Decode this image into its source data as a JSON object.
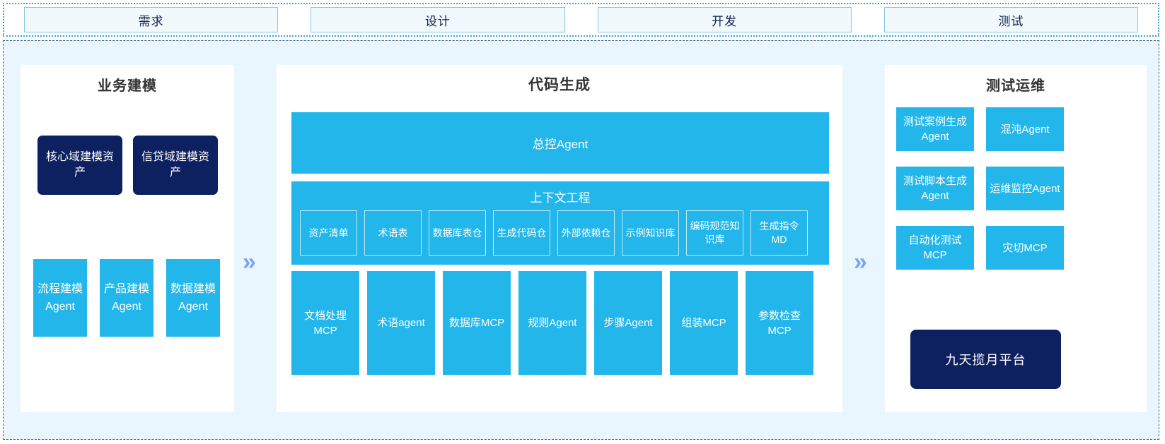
{
  "phases": {
    "items": [
      {
        "label": "需求"
      },
      {
        "label": "设计"
      },
      {
        "label": "开发"
      },
      {
        "label": "测试"
      }
    ]
  },
  "colors": {
    "accent_blue": "#22b6ea",
    "dark_navy": "#0d2060",
    "background": "#eaf6fd",
    "panel": "#ffffff",
    "chevron": "#7da4ee",
    "phase_border": "#86c8e4",
    "phase_fill": "#f2f9fc",
    "title_text": "#333333"
  },
  "connectors": {
    "arrow_1": "»",
    "arrow_2": "»"
  },
  "business_modeling": {
    "title": "业务建模",
    "assets": [
      {
        "label": "核心域建模资产"
      },
      {
        "label": "信贷域建模资产"
      }
    ],
    "agents": [
      {
        "label": "流程建模Agent"
      },
      {
        "label": "产品建模Agent"
      },
      {
        "label": "数据建模Agent"
      }
    ]
  },
  "code_generation": {
    "title": "代码生成",
    "master_agent": "总控Agent",
    "context_engineering": {
      "title": "上下文工程",
      "items": [
        {
          "label": "资产清单"
        },
        {
          "label": "术语表"
        },
        {
          "label": "数据库表仓"
        },
        {
          "label": "生成代码仓"
        },
        {
          "label": "外部依赖仓"
        },
        {
          "label": "示例知识库"
        },
        {
          "label": "编码规范知识库"
        },
        {
          "label": "生成指令MD"
        }
      ]
    },
    "tools": [
      {
        "label": "文档处理MCP"
      },
      {
        "label": "术语agent"
      },
      {
        "label": "数据库MCP"
      },
      {
        "label": "规则Agent"
      },
      {
        "label": "步骤Agent"
      },
      {
        "label": "组装MCP"
      },
      {
        "label": "参数检查MCP"
      }
    ]
  },
  "test_ops": {
    "title": "测试运维",
    "items": [
      {
        "label": "测试案例生成Agent"
      },
      {
        "label": "混沌Agent"
      },
      {
        "label": "测试脚本生成Agent"
      },
      {
        "label": "运维监控Agent"
      },
      {
        "label": "自动化测试MCP"
      },
      {
        "label": "灾切MCP"
      }
    ],
    "platform": "九天揽月平台"
  }
}
